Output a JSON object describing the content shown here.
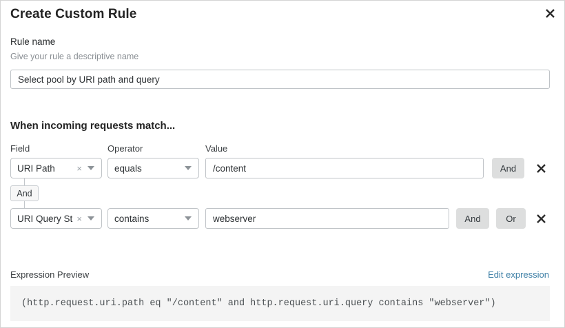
{
  "dialog": {
    "title": "Create Custom Rule",
    "close_icon": "close-icon"
  },
  "rule_name": {
    "label": "Rule name",
    "help": "Give your rule a descriptive name",
    "value": "Select pool by URI path and query",
    "placeholder": "Rule name"
  },
  "conditions": {
    "section_title": "When incoming requests match...",
    "headers": {
      "field": "Field",
      "operator": "Operator",
      "value": "Value"
    },
    "connector": "And",
    "rows": [
      {
        "field": "URI Path",
        "operator": "equals",
        "value": "/content",
        "clear_icon": "×",
        "buttons": [
          "And"
        ],
        "remove_icon": "close-icon"
      },
      {
        "field": "URI Query St...",
        "operator": "contains",
        "value": "webserver",
        "clear_icon": "×",
        "buttons": [
          "And",
          "Or"
        ],
        "remove_icon": "close-icon"
      }
    ]
  },
  "preview": {
    "label": "Expression Preview",
    "edit_link": "Edit expression",
    "expression": "(http.request.uri.path eq \"/content\" and http.request.uri.query contains \"webserver\")"
  },
  "colors": {
    "link": "#3d7fa6",
    "button_bg": "#dddede",
    "preview_bg": "#f4f4f4",
    "border": "#bfc3c7"
  }
}
